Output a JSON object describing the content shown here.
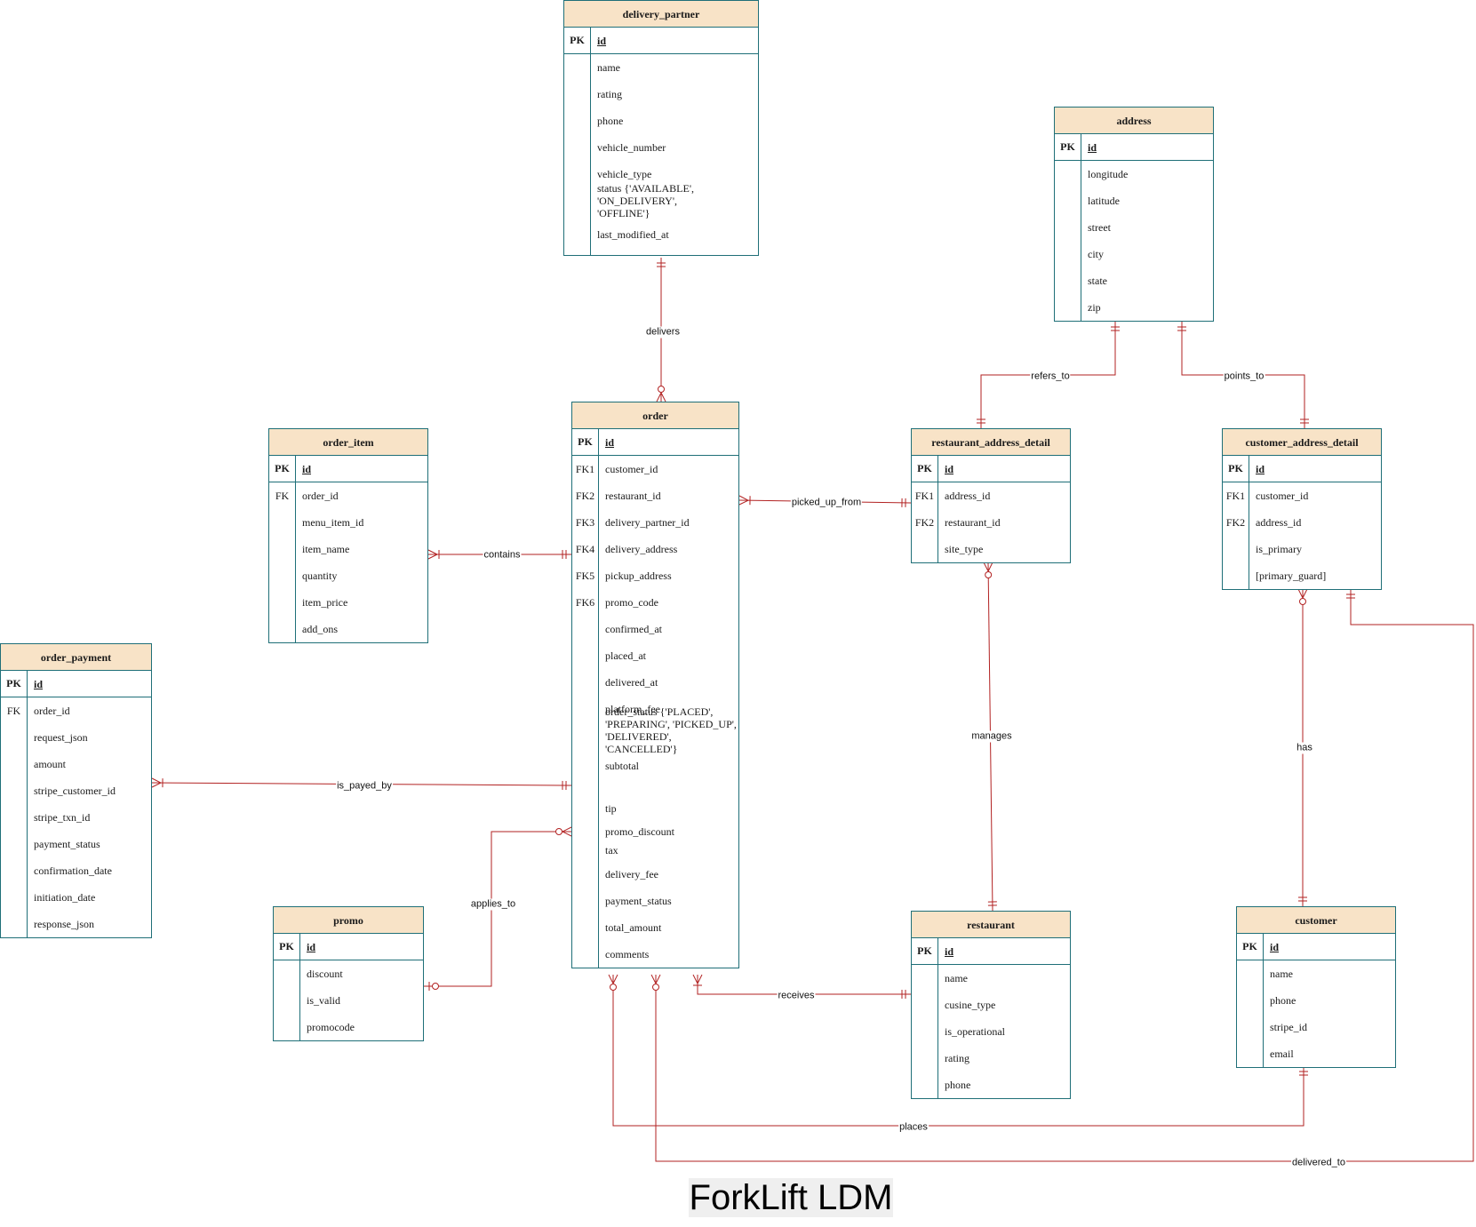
{
  "title": "ForkLift LDM",
  "colors": {
    "entity_header": "#f8e3c7",
    "entity_border": "#1f6f78",
    "relationship_line": "#b22222"
  },
  "entities": {
    "delivery_partner": {
      "name": "delivery_partner",
      "pk": {
        "key": "PK",
        "field": "id"
      },
      "fields": [
        {
          "key": "",
          "field": "name"
        },
        {
          "key": "",
          "field": "rating"
        },
        {
          "key": "",
          "field": "phone"
        },
        {
          "key": "",
          "field": "vehicle_number"
        },
        {
          "key": "",
          "field": "vehicle_type"
        },
        {
          "key": "",
          "field": "status {'AVAILABLE',\n'ON_DELIVERY',\n'OFFLINE'}"
        },
        {
          "key": "",
          "field": "last_modified_at"
        }
      ]
    },
    "address": {
      "name": "address",
      "pk": {
        "key": "PK",
        "field": "id"
      },
      "fields": [
        {
          "key": "",
          "field": "longitude"
        },
        {
          "key": "",
          "field": "latitude"
        },
        {
          "key": "",
          "field": "street"
        },
        {
          "key": "",
          "field": "city"
        },
        {
          "key": "",
          "field": "state"
        },
        {
          "key": "",
          "field": "zip"
        }
      ]
    },
    "order": {
      "name": "order",
      "pk": {
        "key": "PK",
        "field": "id"
      },
      "fields": [
        {
          "key": "FK1",
          "field": "customer_id"
        },
        {
          "key": "FK2",
          "field": "restaurant_id"
        },
        {
          "key": "FK3",
          "field": "delivery_partner_id"
        },
        {
          "key": "FK4",
          "field": "delivery_address"
        },
        {
          "key": "FK5",
          "field": "pickup_address"
        },
        {
          "key": "FK6",
          "field": "promo_code"
        },
        {
          "key": "",
          "field": "confirmed_at"
        },
        {
          "key": "",
          "field": "placed_at"
        },
        {
          "key": "",
          "field": "delivered_at"
        },
        {
          "key": "",
          "field": "platform_fee"
        },
        {
          "key": "",
          "field": "order_status {'PLACED',\n'PREPARING', 'PICKED_UP',\n'DELIVERED',\n'CANCELLED'}"
        },
        {
          "key": "",
          "field": "subtotal"
        },
        {
          "key": "",
          "field": "tip"
        },
        {
          "key": "",
          "field": "promo_discount"
        },
        {
          "key": "",
          "field": "tax"
        },
        {
          "key": "",
          "field": "delivery_fee"
        },
        {
          "key": "",
          "field": "payment_status"
        },
        {
          "key": "",
          "field": "total_amount"
        },
        {
          "key": "",
          "field": "comments"
        }
      ]
    },
    "order_item": {
      "name": "order_item",
      "pk": {
        "key": "PK",
        "field": "id"
      },
      "fields": [
        {
          "key": "FK",
          "field": "order_id"
        },
        {
          "key": "",
          "field": "menu_item_id"
        },
        {
          "key": "",
          "field": "item_name"
        },
        {
          "key": "",
          "field": "quantity"
        },
        {
          "key": "",
          "field": "item_price"
        },
        {
          "key": "",
          "field": "add_ons"
        }
      ]
    },
    "restaurant_address_detail": {
      "name": "restaurant_address_detail",
      "pk": {
        "key": "PK",
        "field": "id"
      },
      "fields": [
        {
          "key": "FK1",
          "field": "address_id"
        },
        {
          "key": "FK2",
          "field": "restaurant_id"
        },
        {
          "key": "",
          "field": "site_type"
        }
      ]
    },
    "customer_address_detail": {
      "name": "customer_address_detail",
      "pk": {
        "key": "PK",
        "field": "id"
      },
      "fields": [
        {
          "key": "FK1",
          "field": "customer_id"
        },
        {
          "key": "FK2",
          "field": "address_id"
        },
        {
          "key": "",
          "field": "is_primary"
        },
        {
          "key": "",
          "field": "[primary_guard]"
        }
      ]
    },
    "order_payment": {
      "name": "order_payment",
      "pk": {
        "key": "PK",
        "field": "id"
      },
      "fields": [
        {
          "key": "FK",
          "field": "order_id"
        },
        {
          "key": "",
          "field": "request_json"
        },
        {
          "key": "",
          "field": "amount"
        },
        {
          "key": "",
          "field": "stripe_customer_id"
        },
        {
          "key": "",
          "field": "stripe_txn_id"
        },
        {
          "key": "",
          "field": "payment_status"
        },
        {
          "key": "",
          "field": "confirmation_date"
        },
        {
          "key": "",
          "field": "initiation_date"
        },
        {
          "key": "",
          "field": "response_json"
        }
      ]
    },
    "promo": {
      "name": "promo",
      "pk": {
        "key": "PK",
        "field": "id"
      },
      "fields": [
        {
          "key": "",
          "field": "discount"
        },
        {
          "key": "",
          "field": "is_valid"
        },
        {
          "key": "",
          "field": "promocode"
        }
      ]
    },
    "restaurant": {
      "name": "restaurant",
      "pk": {
        "key": "PK",
        "field": "id"
      },
      "fields": [
        {
          "key": "",
          "field": "name"
        },
        {
          "key": "",
          "field": "cusine_type"
        },
        {
          "key": "",
          "field": "is_operational"
        },
        {
          "key": "",
          "field": "rating"
        },
        {
          "key": "",
          "field": "phone"
        }
      ]
    },
    "customer": {
      "name": "customer",
      "pk": {
        "key": "PK",
        "field": "id"
      },
      "fields": [
        {
          "key": "",
          "field": "name"
        },
        {
          "key": "",
          "field": "phone"
        },
        {
          "key": "",
          "field": "stripe_id"
        },
        {
          "key": "",
          "field": "email"
        }
      ]
    }
  },
  "relationships": [
    {
      "id": "delivers",
      "label": "delivers",
      "from": "delivery_partner",
      "to": "order",
      "from_end": "one",
      "to_end": "zero-or-many"
    },
    {
      "id": "refers_to",
      "label": "refers_to",
      "from": "address",
      "to": "restaurant_address_detail",
      "from_end": "one",
      "to_end": "one"
    },
    {
      "id": "points_to",
      "label": "points_to",
      "from": "address",
      "to": "customer_address_detail",
      "from_end": "one",
      "to_end": "one"
    },
    {
      "id": "picked_up_from",
      "label": "picked_up_from",
      "from": "order",
      "to": "restaurant_address_detail",
      "from_end": "one-or-many",
      "to_end": "one"
    },
    {
      "id": "contains",
      "label": "contains",
      "from": "order_item",
      "to": "order",
      "from_end": "one-or-many",
      "to_end": "one"
    },
    {
      "id": "is_payed_by",
      "label": "is_payed_by",
      "from": "order_payment",
      "to": "order",
      "from_end": "one-or-many",
      "to_end": "one"
    },
    {
      "id": "applies_to",
      "label": "applies_to",
      "from": "promo",
      "to": "order",
      "from_end": "zero-or-one",
      "to_end": "zero-or-many"
    },
    {
      "id": "manages",
      "label": "manages",
      "from": "restaurant_address_detail",
      "to": "restaurant",
      "from_end": "zero-or-many",
      "to_end": "one"
    },
    {
      "id": "has",
      "label": "has",
      "from": "customer_address_detail",
      "to": "customer",
      "from_end": "zero-or-many",
      "to_end": "one"
    },
    {
      "id": "receives",
      "label": "receives",
      "from": "order",
      "to": "restaurant",
      "from_end": "one-or-many",
      "to_end": "one"
    },
    {
      "id": "places",
      "label": "places",
      "from": "order",
      "to": "customer",
      "from_end": "zero-or-many",
      "to_end": "one"
    },
    {
      "id": "delivered_to",
      "label": "delivered_to",
      "from": "order",
      "to": "customer_address_detail",
      "from_end": "zero-or-many",
      "to_end": "one"
    }
  ]
}
